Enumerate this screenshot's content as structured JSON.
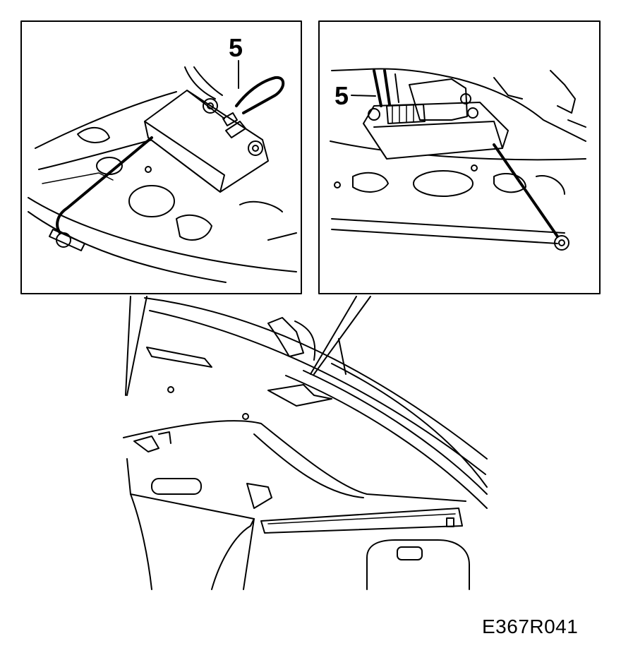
{
  "figure": {
    "code": "E367R041",
    "left_detail": {
      "callout": "5"
    },
    "right_detail": {
      "callout": "5"
    }
  },
  "colors": {
    "ink": "#000000",
    "paper": "#ffffff"
  }
}
